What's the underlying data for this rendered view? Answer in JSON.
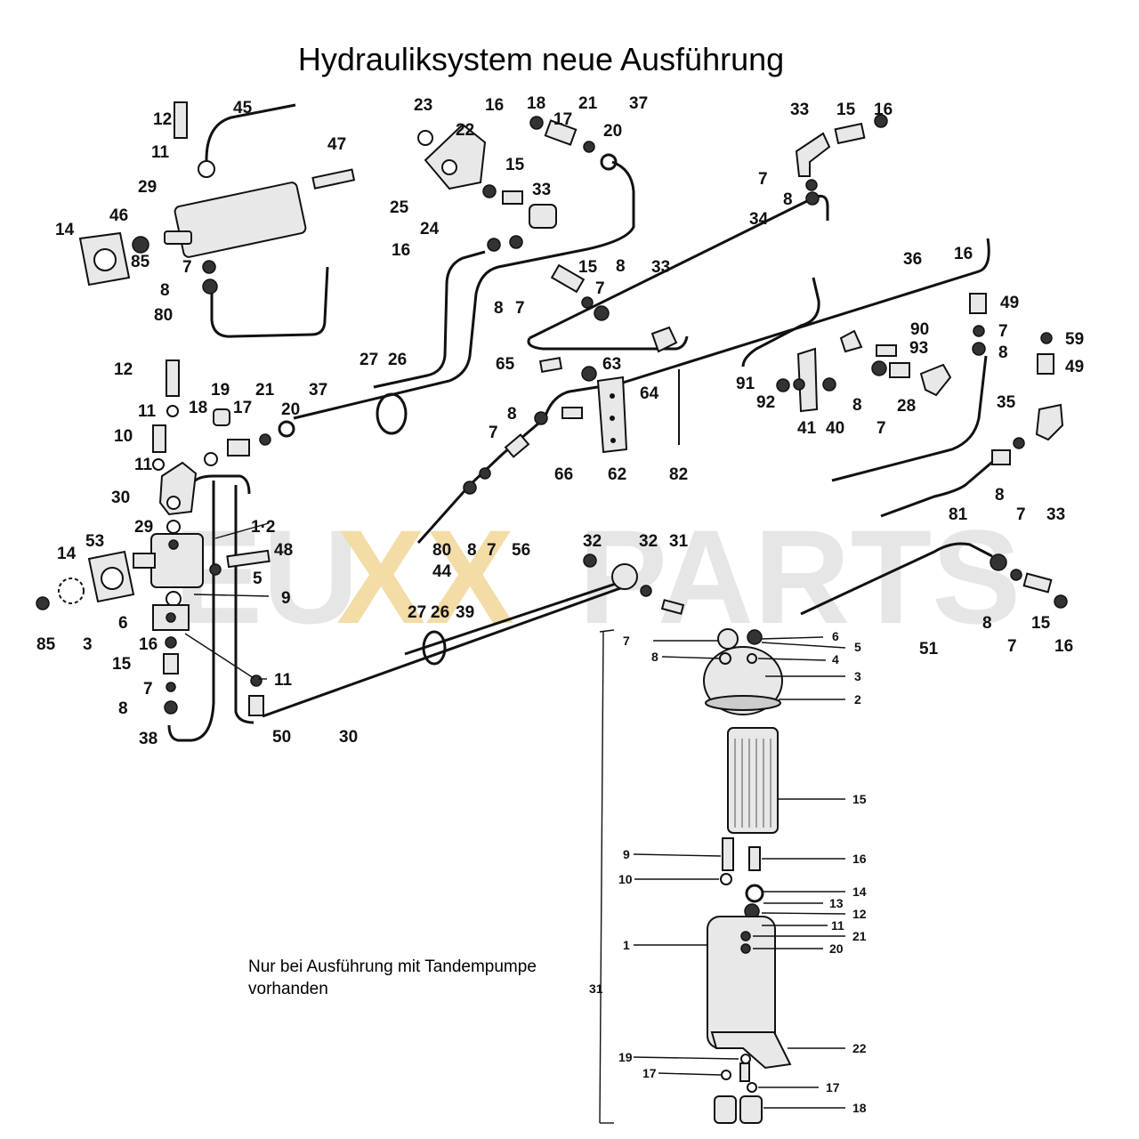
{
  "title": "Hydrauliksystem neue Ausführung",
  "note": {
    "line1": "Nur bei Ausführung mit Tandempumpe",
    "line2": "vorhanden"
  },
  "watermark": {
    "prefix": "EU",
    "xx": "XX",
    "suffix": "PARTS",
    "color_gray": "#e6e6e6",
    "color_accent": "#f3dca6"
  },
  "labels_main": {
    "l12a": "12",
    "l45": "45",
    "l11a": "11",
    "l47": "47",
    "l29a": "29",
    "l46": "46",
    "l14a": "14",
    "l85a": "85",
    "l7a": "7",
    "l8a": "8",
    "l80a": "80",
    "l23": "23",
    "l22": "22",
    "l16a": "16",
    "l15a": "15",
    "l33a": "33",
    "l25": "25",
    "l24": "24",
    "l16b": "16",
    "l8b": "8",
    "l7b": "7",
    "l18a": "18",
    "l17a": "17",
    "l21a": "21",
    "l37a": "37",
    "l20a": "20",
    "l33b": "33",
    "l15b": "15",
    "l16c": "16",
    "l7c": "7",
    "l8c": "8",
    "l34": "34",
    "l15c": "15",
    "l8d": "8",
    "l7d": "7",
    "l33c": "33",
    "l36": "36",
    "l16d": "16",
    "l49a": "49",
    "l7e": "7",
    "l8e": "8",
    "l90": "90",
    "l93": "93",
    "l59": "59",
    "l49b": "49",
    "l91": "91",
    "l92": "92",
    "l41": "41",
    "l40": "40",
    "l8f": "8",
    "l7f": "7",
    "l28": "28",
    "l35": "35",
    "l8g": "8",
    "l7g": "7",
    "l33d": "33",
    "l81": "81",
    "l12b": "12",
    "l27a": "27",
    "l26a": "26",
    "l65": "65",
    "l63": "63",
    "l64": "64",
    "l19": "19",
    "l21b": "21",
    "l37b": "37",
    "l18b": "18",
    "l17b": "17",
    "l20b": "20",
    "l11b": "11",
    "l10a": "10",
    "l11c": "11",
    "l30a": "30",
    "l8h": "8",
    "l7h": "7",
    "l66": "66",
    "l62": "62",
    "l82": "82",
    "l29b": "29",
    "l12c": "1·2",
    "l53": "53",
    "l48": "48",
    "l14b": "14",
    "l5": "5",
    "l9": "9",
    "l80b": "80",
    "l44": "44",
    "l8i": "8",
    "l7i": "7",
    "l56": "56",
    "l32a": "32",
    "l32b": "32",
    "l31": "31",
    "l85b": "85",
    "l3": "3",
    "l6": "6",
    "l16e": "16",
    "l15d": "15",
    "l7j": "7",
    "l8j": "8",
    "l38": "38",
    "l11d": "11",
    "l50": "50",
    "l30b": "30",
    "l27b": "27",
    "l26b": "26",
    "l39": "39",
    "l51": "51",
    "l8k": "8",
    "l7k": "7",
    "l15e": "15",
    "l16f": "16"
  },
  "labels_filter": {
    "f7": "7",
    "f6": "6",
    "f5": "5",
    "f8": "8",
    "f4": "4",
    "f3": "3",
    "f2": "2",
    "f15": "15",
    "f9": "9",
    "f16": "16",
    "f10": "10",
    "f14": "14",
    "f13": "13",
    "f12": "12",
    "f11": "11",
    "f21": "21",
    "f1": "1",
    "f20": "20",
    "f31": "31",
    "f22": "22",
    "f19": "19",
    "f17a": "17",
    "f17b": "17",
    "f18": "18"
  }
}
